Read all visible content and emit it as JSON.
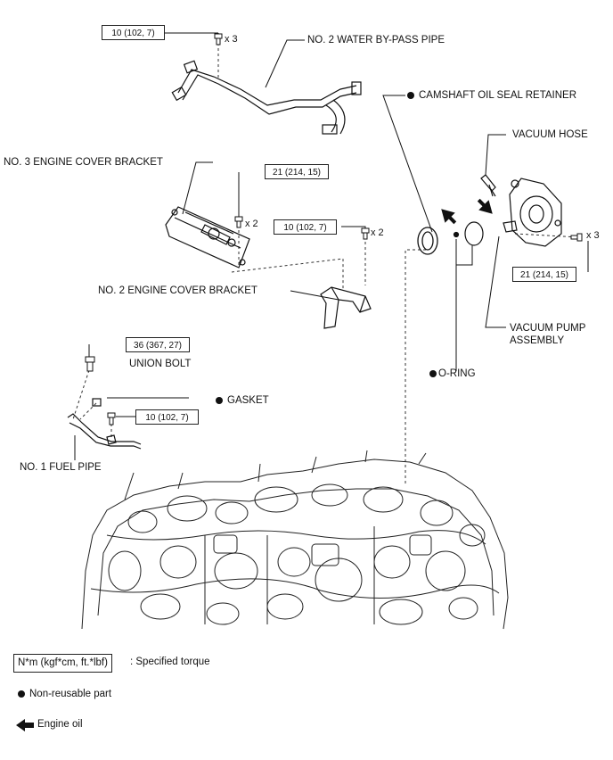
{
  "labels": {
    "water_bypass_pipe": "NO. 2 WATER BY-PASS PIPE",
    "camshaft_oil_seal_retainer": "CAMSHAFT OIL SEAL RETAINER",
    "vacuum_hose": "VACUUM HOSE",
    "engine_cover_bracket_3": "NO. 3 ENGINE COVER BRACKET",
    "engine_cover_bracket_2": "NO. 2 ENGINE COVER BRACKET",
    "vacuum_pump_assembly_line1": "VACUUM PUMP",
    "vacuum_pump_assembly_line2": "ASSEMBLY",
    "union_bolt": "UNION BOLT",
    "gasket": "GASKET",
    "o_ring": "O-RING",
    "fuel_pipe": "NO. 1 FUEL PIPE"
  },
  "torques": {
    "water_pipe_bolt": "10 (102, 7)",
    "bracket3_bolt": "21 (214, 15)",
    "bracket2_bolt": "10 (102, 7)",
    "union_bolt": "36 (367, 27)",
    "fuel_pipe_bolt": "10 (102, 7)",
    "vacuum_pump_bolt": "21 (214, 15)"
  },
  "quantities": {
    "water_pipe_bolt": "x 3",
    "bracket3_bolt": "x 2",
    "bracket2_bolt": "x 2",
    "vacuum_pump_bolt": "x 3"
  },
  "legend": {
    "torque_unit": "N*m (kgf*cm, ft.*lbf)",
    "torque_desc": ": Specified torque",
    "non_reusable": "Non-reusable part",
    "engine_oil": "Engine oil"
  }
}
